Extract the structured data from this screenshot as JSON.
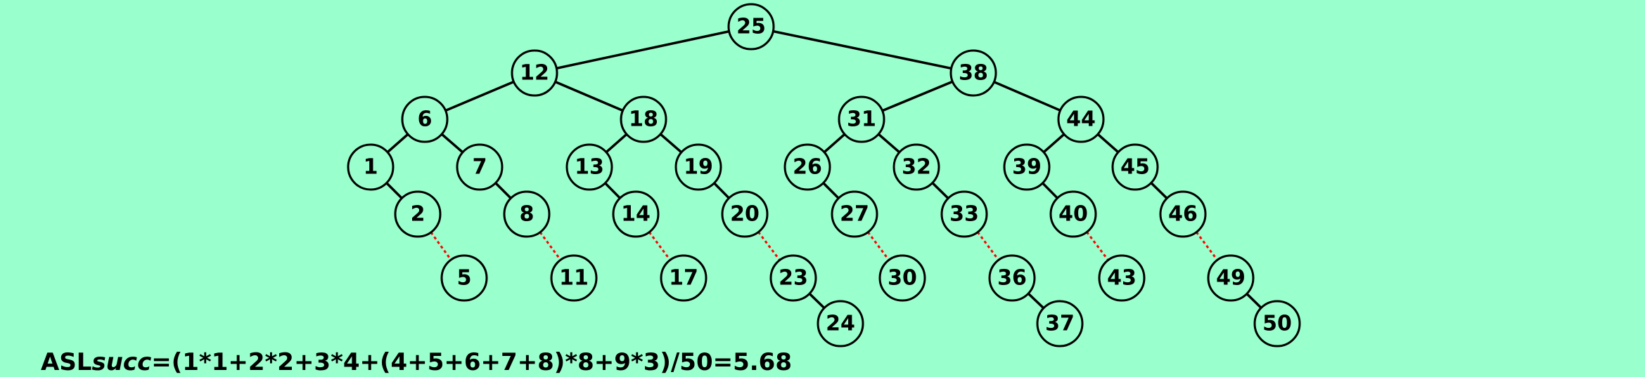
{
  "colors": {
    "background": "#99ffcc",
    "node_fill": "#99ffcc",
    "node_stroke": "#000000",
    "edge": "#000000",
    "dashed_edge": "#ff0000",
    "text": "#000000"
  },
  "nodes": [
    {
      "id": "n25",
      "label": "25"
    },
    {
      "id": "n12",
      "label": "12"
    },
    {
      "id": "n38",
      "label": "38"
    },
    {
      "id": "n6",
      "label": "6"
    },
    {
      "id": "n18",
      "label": "18"
    },
    {
      "id": "n31",
      "label": "31"
    },
    {
      "id": "n44",
      "label": "44"
    },
    {
      "id": "n1",
      "label": "1"
    },
    {
      "id": "n7",
      "label": "7"
    },
    {
      "id": "n13",
      "label": "13"
    },
    {
      "id": "n19",
      "label": "19"
    },
    {
      "id": "n26",
      "label": "26"
    },
    {
      "id": "n32",
      "label": "32"
    },
    {
      "id": "n39",
      "label": "39"
    },
    {
      "id": "n45",
      "label": "45"
    },
    {
      "id": "n2",
      "label": "2"
    },
    {
      "id": "n8",
      "label": "8"
    },
    {
      "id": "n14",
      "label": "14"
    },
    {
      "id": "n20",
      "label": "20"
    },
    {
      "id": "n27",
      "label": "27"
    },
    {
      "id": "n33",
      "label": "33"
    },
    {
      "id": "n40",
      "label": "40"
    },
    {
      "id": "n46",
      "label": "46"
    },
    {
      "id": "n5",
      "label": "5"
    },
    {
      "id": "n11",
      "label": "11"
    },
    {
      "id": "n17",
      "label": "17"
    },
    {
      "id": "n23",
      "label": "23"
    },
    {
      "id": "n30",
      "label": "30"
    },
    {
      "id": "n36",
      "label": "36"
    },
    {
      "id": "n43",
      "label": "43"
    },
    {
      "id": "n49",
      "label": "49"
    },
    {
      "id": "n24",
      "label": "24"
    },
    {
      "id": "n37",
      "label": "37"
    },
    {
      "id": "n50",
      "label": "50"
    }
  ],
  "edges": [
    {
      "from": "n25",
      "to": "n12",
      "style": "solid"
    },
    {
      "from": "n25",
      "to": "n38",
      "style": "solid"
    },
    {
      "from": "n12",
      "to": "n6",
      "style": "solid"
    },
    {
      "from": "n12",
      "to": "n18",
      "style": "solid"
    },
    {
      "from": "n38",
      "to": "n31",
      "style": "solid"
    },
    {
      "from": "n38",
      "to": "n44",
      "style": "solid"
    },
    {
      "from": "n6",
      "to": "n1",
      "style": "solid"
    },
    {
      "from": "n6",
      "to": "n7",
      "style": "solid"
    },
    {
      "from": "n18",
      "to": "n13",
      "style": "solid"
    },
    {
      "from": "n18",
      "to": "n19",
      "style": "solid"
    },
    {
      "from": "n31",
      "to": "n26",
      "style": "solid"
    },
    {
      "from": "n31",
      "to": "n32",
      "style": "solid"
    },
    {
      "from": "n44",
      "to": "n39",
      "style": "solid"
    },
    {
      "from": "n44",
      "to": "n45",
      "style": "solid"
    },
    {
      "from": "n1",
      "to": "n2",
      "style": "solid"
    },
    {
      "from": "n7",
      "to": "n8",
      "style": "solid"
    },
    {
      "from": "n13",
      "to": "n14",
      "style": "solid"
    },
    {
      "from": "n19",
      "to": "n20",
      "style": "solid"
    },
    {
      "from": "n26",
      "to": "n27",
      "style": "solid"
    },
    {
      "from": "n32",
      "to": "n33",
      "style": "solid"
    },
    {
      "from": "n39",
      "to": "n40",
      "style": "solid"
    },
    {
      "from": "n45",
      "to": "n46",
      "style": "solid"
    },
    {
      "from": "n2",
      "to": "n5",
      "style": "dashed"
    },
    {
      "from": "n8",
      "to": "n11",
      "style": "dashed"
    },
    {
      "from": "n14",
      "to": "n17",
      "style": "dashed"
    },
    {
      "from": "n20",
      "to": "n23",
      "style": "dashed"
    },
    {
      "from": "n27",
      "to": "n30",
      "style": "dashed"
    },
    {
      "from": "n33",
      "to": "n36",
      "style": "dashed"
    },
    {
      "from": "n40",
      "to": "n43",
      "style": "dashed"
    },
    {
      "from": "n46",
      "to": "n49",
      "style": "dashed"
    },
    {
      "from": "n23",
      "to": "n24",
      "style": "solid"
    },
    {
      "from": "n36",
      "to": "n37",
      "style": "solid"
    },
    {
      "from": "n49",
      "to": "n50",
      "style": "solid"
    }
  ],
  "formula": {
    "prefix": "ASL",
    "italic": "succ",
    "expression": "=(1*1+2*2+3*4+(4+5+6+7+8)*8+9*3)/50=5.68"
  }
}
